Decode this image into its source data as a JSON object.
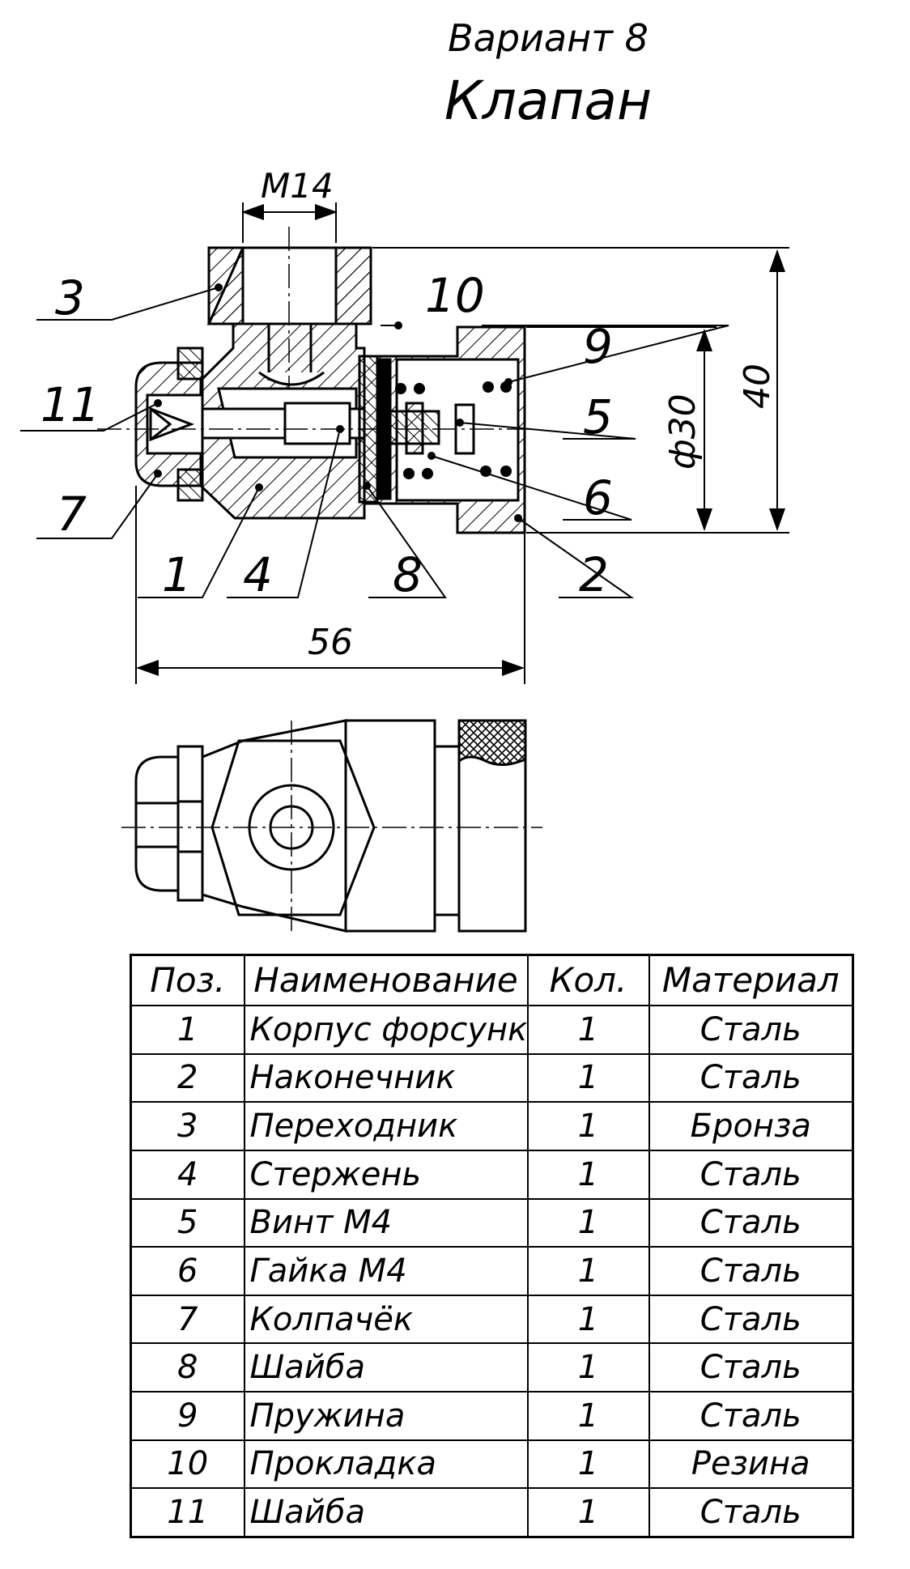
{
  "header": {
    "variant": "Вариант 8",
    "title": "Клапан"
  },
  "dimensions": {
    "thread": "M14",
    "height": "40",
    "diameter": "ф30",
    "length": "56"
  },
  "callouts": [
    "1",
    "2",
    "3",
    "4",
    "5",
    "6",
    "7",
    "8",
    "9",
    "10",
    "11"
  ],
  "table": {
    "headers": [
      "Поз.",
      "Наименование",
      "Кол.",
      "Материал"
    ],
    "rows": [
      {
        "pos": "1",
        "name": "Корпус форсунки",
        "qty": "1",
        "material": "Сталь"
      },
      {
        "pos": "2",
        "name": "Наконечник",
        "qty": "1",
        "material": "Сталь"
      },
      {
        "pos": "3",
        "name": "Переходник",
        "qty": "1",
        "material": "Бронза"
      },
      {
        "pos": "4",
        "name": "Стержень",
        "qty": "1",
        "material": "Сталь"
      },
      {
        "pos": "5",
        "name": "Винт М4",
        "qty": "1",
        "material": "Сталь"
      },
      {
        "pos": "6",
        "name": "Гайка М4",
        "qty": "1",
        "material": "Сталь"
      },
      {
        "pos": "7",
        "name": "Колпачёк",
        "qty": "1",
        "material": "Сталь"
      },
      {
        "pos": "8",
        "name": "Шайба",
        "qty": "1",
        "material": "Сталь"
      },
      {
        "pos": "9",
        "name": "Пружина",
        "qty": "1",
        "material": "Сталь"
      },
      {
        "pos": "10",
        "name": "Прокладка",
        "qty": "1",
        "material": "Резина"
      },
      {
        "pos": "11",
        "name": "Шайба",
        "qty": "1",
        "material": "Сталь"
      }
    ]
  }
}
